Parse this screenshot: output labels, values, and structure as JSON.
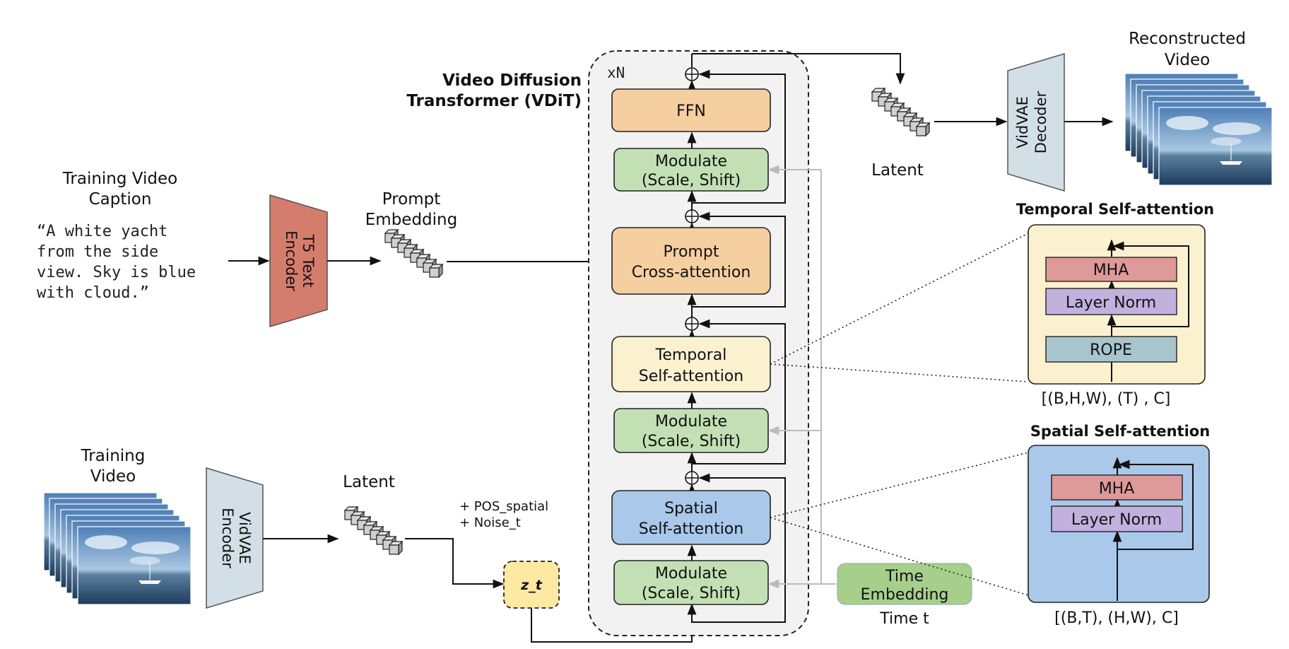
{
  "caption": {
    "title_line1": "Training Video",
    "title_line2": "Caption",
    "text_lines": [
      "“A white yacht",
      "from the side",
      "view. Sky is blue",
      "with cloud.”"
    ]
  },
  "t5_encoder": {
    "line1": "T5 Text",
    "line2": "Encoder"
  },
  "prompt_embedding": {
    "line1": "Prompt",
    "line2": "Embedding"
  },
  "training_video": {
    "line1": "Training",
    "line2": "Video"
  },
  "vidvae_encoder": {
    "line1": "VidVAE",
    "line2": "Encoder"
  },
  "latent_in_label": "Latent",
  "pos_noise": {
    "line1": "+ POS_spatial",
    "line2": "+ Noise_t"
  },
  "zt_label": "z_t",
  "vdit": {
    "title_line1": "Video Diffusion",
    "title_line2": "Transformer (VDiT)",
    "repeat_label": "xN",
    "blocks": {
      "ffn": "FFN",
      "modulate_line1": "Modulate",
      "modulate_line2": "(Scale, Shift)",
      "cross_line1": "Prompt",
      "cross_line2": "Cross-attention",
      "temporal_line1": "Temporal",
      "temporal_line2": "Self-attention",
      "spatial_line1": "Spatial",
      "spatial_line2": "Self-attention"
    }
  },
  "time_embedding": {
    "line1": "Time",
    "line2": "Embedding",
    "sub": "Time t"
  },
  "latent_out_label": "Latent",
  "vidvae_decoder": {
    "line1": "VidVAE",
    "line2": "Decoder"
  },
  "reconstructed": {
    "line1": "Reconstructed",
    "line2": "Video"
  },
  "temporal_detail": {
    "title": "Temporal Self-attention",
    "mha": "MHA",
    "layer_norm": "Layer Norm",
    "rope": "ROPE",
    "shape": "[(B,H,W), (T) , C]"
  },
  "spatial_detail": {
    "title": "Spatial Self-attention",
    "mha": "MHA",
    "layer_norm": "Layer Norm",
    "shape": "[(B,T), (H,W), C]"
  },
  "colors": {
    "ffn_orange": "#f5cfa0",
    "modulate_green": "#c2e0b4",
    "temporal_yellow": "#fcf1cf",
    "spatial_blue": "#a9c8ea",
    "t5_red": "#d47d6d",
    "vae_gray": "#d3dfe6",
    "mha_red": "#de9999",
    "layernorm_purple": "#c2b1de",
    "rope_teal": "#a7c5cc",
    "zt_yellow": "#fde9a1",
    "time_green": "#a6cf8c"
  }
}
